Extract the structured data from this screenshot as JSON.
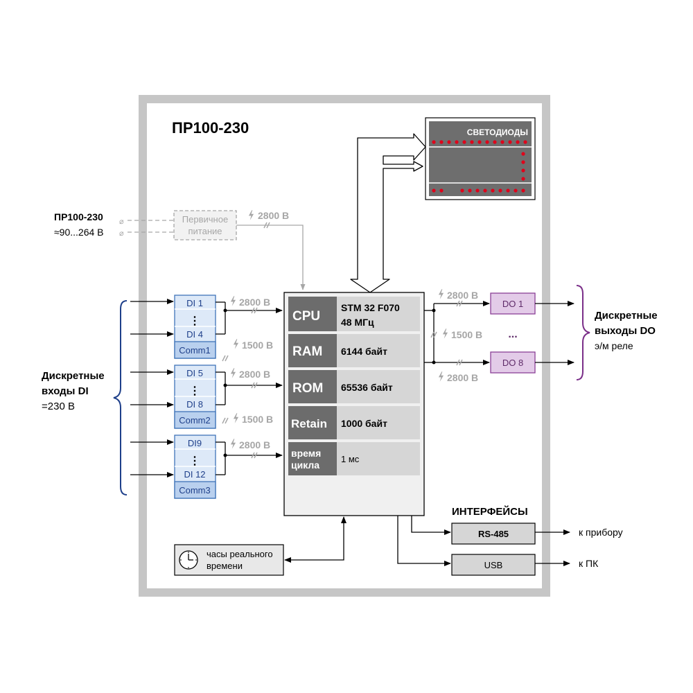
{
  "title": "ПР100-230",
  "power": {
    "device": "ПР100-230",
    "voltage": "≈90...264 В",
    "block_line1": "Первичное",
    "block_line2": "питание",
    "isolation": "2800 В"
  },
  "leds": {
    "label": "СВЕТОДИОДЫ"
  },
  "inputs": {
    "label_line1": "Дискретные",
    "label_line2": "входы DI",
    "label_line3": "=230 В",
    "groups": [
      {
        "first": "DI 1",
        "last": "DI 4",
        "comm": "Comm1",
        "isolation": "2800 В"
      },
      {
        "first": "DI 5",
        "last": "DI 8",
        "comm": "Comm2",
        "isolation": "2800 В"
      },
      {
        "first": "DI9",
        "last": "DI 12",
        "comm": "Comm3",
        "isolation": "2800 В"
      }
    ],
    "between_groups": [
      "1500 В",
      "1500 В"
    ],
    "dots": "⋮"
  },
  "cpu_table": [
    {
      "name": "CPU",
      "value_line1": "STM 32 F070",
      "value_line2": "48 МГц"
    },
    {
      "name": "RAM",
      "value_line1": "6144 байт"
    },
    {
      "name": "ROM",
      "value_line1": "65536 байт"
    },
    {
      "name": "Retain",
      "value_line1": "1000 байт"
    },
    {
      "name_line1": "время",
      "name_line2": "цикла",
      "value_line1": "1 мс"
    }
  ],
  "outputs": {
    "label_line1": "Дискретные",
    "label_line2": "выходы DO",
    "label_line3": "э/м реле",
    "do_first": "DO 1",
    "do_last": "DO 8",
    "ellipsis": "...",
    "isolation_top": "2800 В",
    "isolation_mid": "1500 В",
    "isolation_bottom": "2800 В"
  },
  "interfaces": {
    "title": "ИНТЕРФЕЙСЫ",
    "rs485": "RS-485",
    "usb": "USB",
    "rs485_target": "к прибору",
    "usb_target": "к ПК"
  },
  "clock": {
    "line1": "часы реального",
    "line2": "времени"
  },
  "colors": {
    "frame": "#c6c6c6",
    "di_fill": "#dde9f8",
    "di_comm_fill": "#b9d0ee",
    "di_border": "#3f74b8",
    "do_fill": "#e3cbe8",
    "do_border": "#8a3f96",
    "iso_text": "#a6a6a6",
    "cell_dark": "#6c6c6c",
    "cell_light": "#d6d6d6",
    "led_red": "#e0001a"
  }
}
